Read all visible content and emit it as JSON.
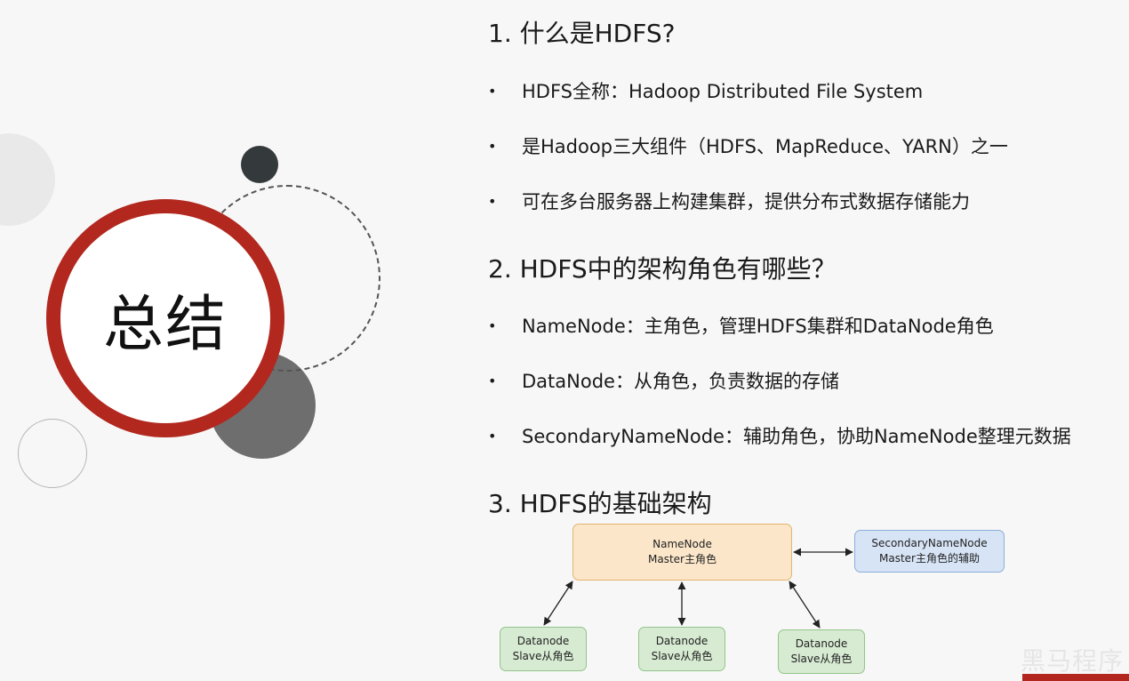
{
  "title_circle": "总结",
  "sections": [
    {
      "heading": "1. 什么是HDFS?",
      "bullets": [
        "HDFS全称：Hadoop Distributed File System",
        "是Hadoop三大组件（HDFS、MapReduce、YARN）之一",
        "可在多台服务器上构建集群，提供分布式数据存储能力"
      ]
    },
    {
      "heading": "2. HDFS中的架构角色有哪些？",
      "bullets": [
        "NameNode：主角色，管理HDFS集群和DataNode角色",
        "DataNode：从角色，负责数据的存储",
        "SecondaryNameNode：辅助角色，协助NameNode整理元数据"
      ]
    },
    {
      "heading": "3. HDFS的基础架构"
    }
  ],
  "bullet_symbol": "•",
  "diagram": {
    "namenode": {
      "line1": "NameNode",
      "line2": "Master主角色"
    },
    "secondary": {
      "line1": "SecondaryNameNode",
      "line2": "Master主角色的辅助"
    },
    "datanodes": [
      {
        "line1": "Datanode",
        "line2": "Slave从角色"
      },
      {
        "line1": "Datanode",
        "line2": "Slave从角色"
      },
      {
        "line1": "Datanode",
        "line2": "Slave从角色"
      }
    ]
  },
  "watermark": "黑马程序",
  "colors": {
    "accent_red": "#b2281f",
    "namenode_fill": "#fbe6c9",
    "secondary_fill": "#d7e4f6",
    "datanode_fill": "#d7ebd2"
  }
}
